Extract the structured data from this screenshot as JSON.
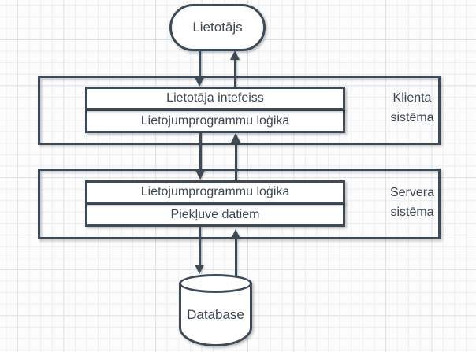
{
  "diagram": {
    "user_node": {
      "label": "Lietotājs"
    },
    "client_system": {
      "title_lines": [
        "Klienta",
        "sistēma"
      ],
      "rows": [
        "Lietotāja intefeiss",
        "Lietojumprogrammu loģika"
      ]
    },
    "server_system": {
      "title_lines": [
        "Servera",
        "sistēma"
      ],
      "rows": [
        "Lietojumprogrammu loģika",
        "Piekļuve datiem"
      ]
    },
    "database_node": {
      "label": "Database"
    },
    "connections": [
      {
        "from": "Lietotājs",
        "to": "Lietotāja intefeiss",
        "direction": "down"
      },
      {
        "from": "Lietotāja intefeiss",
        "to": "Lietotājs",
        "direction": "up"
      },
      {
        "from": "Lietojumprogrammu loģika (klienta)",
        "to": "Lietojumprogrammu loģika (servera)",
        "direction": "down"
      },
      {
        "from": "Lietojumprogrammu loģika (servera)",
        "to": "Lietojumprogrammu loģika (klienta)",
        "direction": "up"
      },
      {
        "from": "Piekļuve datiem",
        "to": "Database",
        "direction": "down"
      },
      {
        "from": "Database",
        "to": "Piekļuve datiem",
        "direction": "up"
      }
    ],
    "colors": {
      "stroke": "#3e4a56",
      "text": "#3d4651",
      "shape_fill": "#ffffff",
      "canvas_bg": "#fcfcfd",
      "grid_minor": "#ebedef",
      "grid_major": "#dfe2e6",
      "shadow": "rgba(0,0,0,0.25)"
    }
  }
}
